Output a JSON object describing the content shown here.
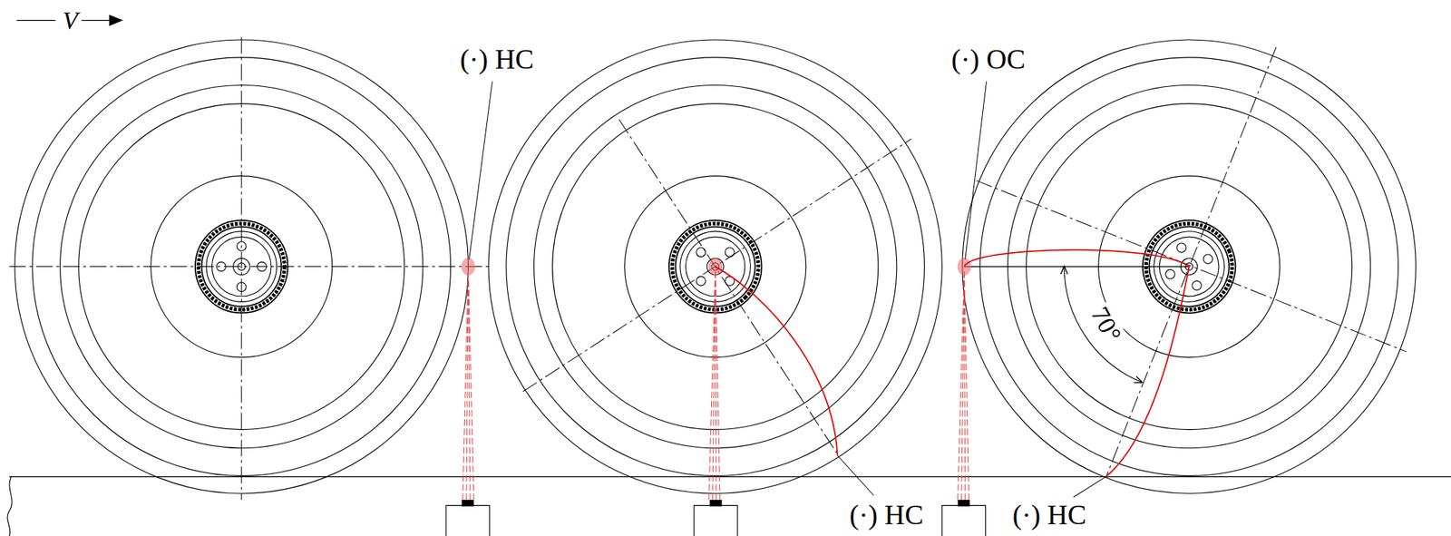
{
  "diagram": {
    "labels": [
      "V",
      "(·) HC",
      "(·) OC",
      "(·) HC",
      "(·) HC",
      "70°"
    ]
  }
}
